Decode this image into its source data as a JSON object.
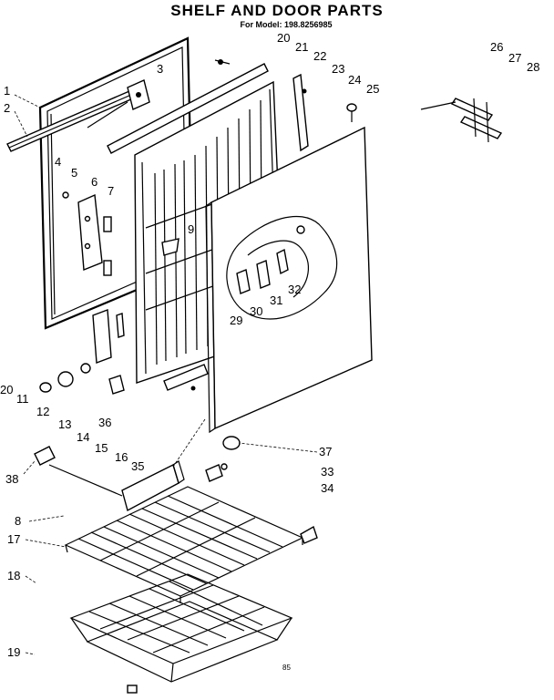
{
  "header": {
    "title": "SHELF AND DOOR PARTS",
    "subtitle": "For Model: 198.8256985"
  },
  "footer": {
    "code": "85"
  },
  "callouts": [
    {
      "id": "c1",
      "text": "1"
    },
    {
      "id": "c2",
      "text": "2"
    },
    {
      "id": "c3",
      "text": "3"
    },
    {
      "id": "c4",
      "text": "4"
    },
    {
      "id": "c5",
      "text": "5"
    },
    {
      "id": "c6",
      "text": "6"
    },
    {
      "id": "c7",
      "text": "7"
    },
    {
      "id": "c8",
      "text": "8"
    },
    {
      "id": "c9",
      "text": "9"
    },
    {
      "id": "c20a",
      "text": "20"
    },
    {
      "id": "c20b",
      "text": "20"
    },
    {
      "id": "c21",
      "text": "21"
    },
    {
      "id": "c22",
      "text": "22"
    },
    {
      "id": "c23",
      "text": "23"
    },
    {
      "id": "c24",
      "text": "24"
    },
    {
      "id": "c25",
      "text": "25"
    },
    {
      "id": "c26",
      "text": "26"
    },
    {
      "id": "c27",
      "text": "27"
    },
    {
      "id": "c28",
      "text": "28"
    },
    {
      "id": "c29",
      "text": "29"
    },
    {
      "id": "c30",
      "text": "30"
    },
    {
      "id": "c31",
      "text": "31"
    },
    {
      "id": "c32",
      "text": "32"
    },
    {
      "id": "c11",
      "text": "11"
    },
    {
      "id": "c12",
      "text": "12"
    },
    {
      "id": "c13",
      "text": "13"
    },
    {
      "id": "c14",
      "text": "14"
    },
    {
      "id": "c15",
      "text": "15"
    },
    {
      "id": "c16",
      "text": "16"
    },
    {
      "id": "c35",
      "text": "35"
    },
    {
      "id": "c36",
      "text": "36"
    },
    {
      "id": "c37",
      "text": "37"
    },
    {
      "id": "c33",
      "text": "33"
    },
    {
      "id": "c34",
      "text": "34"
    },
    {
      "id": "c38",
      "text": "38"
    },
    {
      "id": "c17",
      "text": "17"
    },
    {
      "id": "c18",
      "text": "18"
    },
    {
      "id": "c19",
      "text": "19"
    }
  ]
}
